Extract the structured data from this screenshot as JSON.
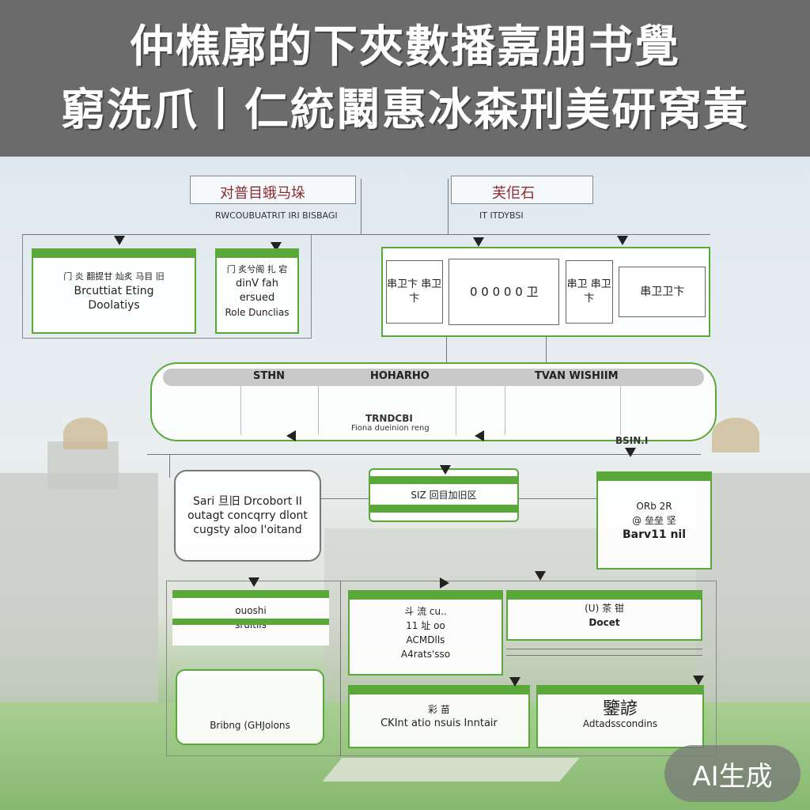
{
  "title": {
    "line1": "仲樵廓的下夾數播嘉朋书覺",
    "line2": "窮洗爪丨仁統鬫惠冰森刑美研窝黃"
  },
  "headings": {
    "left": "对普目蛾马垛",
    "left_sub": "RWCOUBUATRIT IRI BISBAGI",
    "right": "芙佢石",
    "right_sub": "IT ITDYBSI"
  },
  "top_boxes": {
    "box1": [
      "门 炎 翻提甘 灿炙 马目 旧",
      "Brcuttiat Eting",
      "Doolatiys"
    ],
    "box2": [
      "门 炙兮阁 扎 宕",
      "dinV fah ersued",
      "Role Dunclias"
    ],
    "box3_cells": [
      "串卫卞 串卫卞",
      "0 0 0  0 0 卫",
      "串卫 串卫卞",
      "串卫卫卞"
    ]
  },
  "band": {
    "labels": [
      "STHN",
      "HOHARHO",
      "TVAN WISHIIM"
    ],
    "center": [
      "TRNDCBI",
      "Fiona dueinion reng"
    ],
    "right_tag": "BSIN.I"
  },
  "mid_boxes": {
    "left": [
      "Sari 旦旧 Drcobort II",
      "outagt concqrry dlont",
      "cugsty aloo I'oitand"
    ],
    "center": "SIZ 回目加旧区",
    "right": [
      "ORb 2R",
      "@ 垒垒 坚",
      "Barv11 nil"
    ]
  },
  "bottom_boxes": {
    "top_left": [
      "ouoshi",
      "sruitlis"
    ],
    "center_top": [
      "斗 流 cu..",
      "11 址 oo",
      "ACMDlls",
      "A4rats'sso"
    ],
    "right_top": [
      "(U) 茶 钳",
      "Docet"
    ],
    "bottom_left": "Bribng (GHJolons",
    "bottom_center": [
      "彩 苗",
      "CKInt atio nsuis Inntair"
    ],
    "bottom_right": [
      "鑒諺",
      "Adtadsscondins"
    ]
  },
  "badge": "AI生成",
  "colors": {
    "accent": "#5aa83a",
    "title_band": "#6b6b6b",
    "heading_red": "#8a2c2c"
  }
}
